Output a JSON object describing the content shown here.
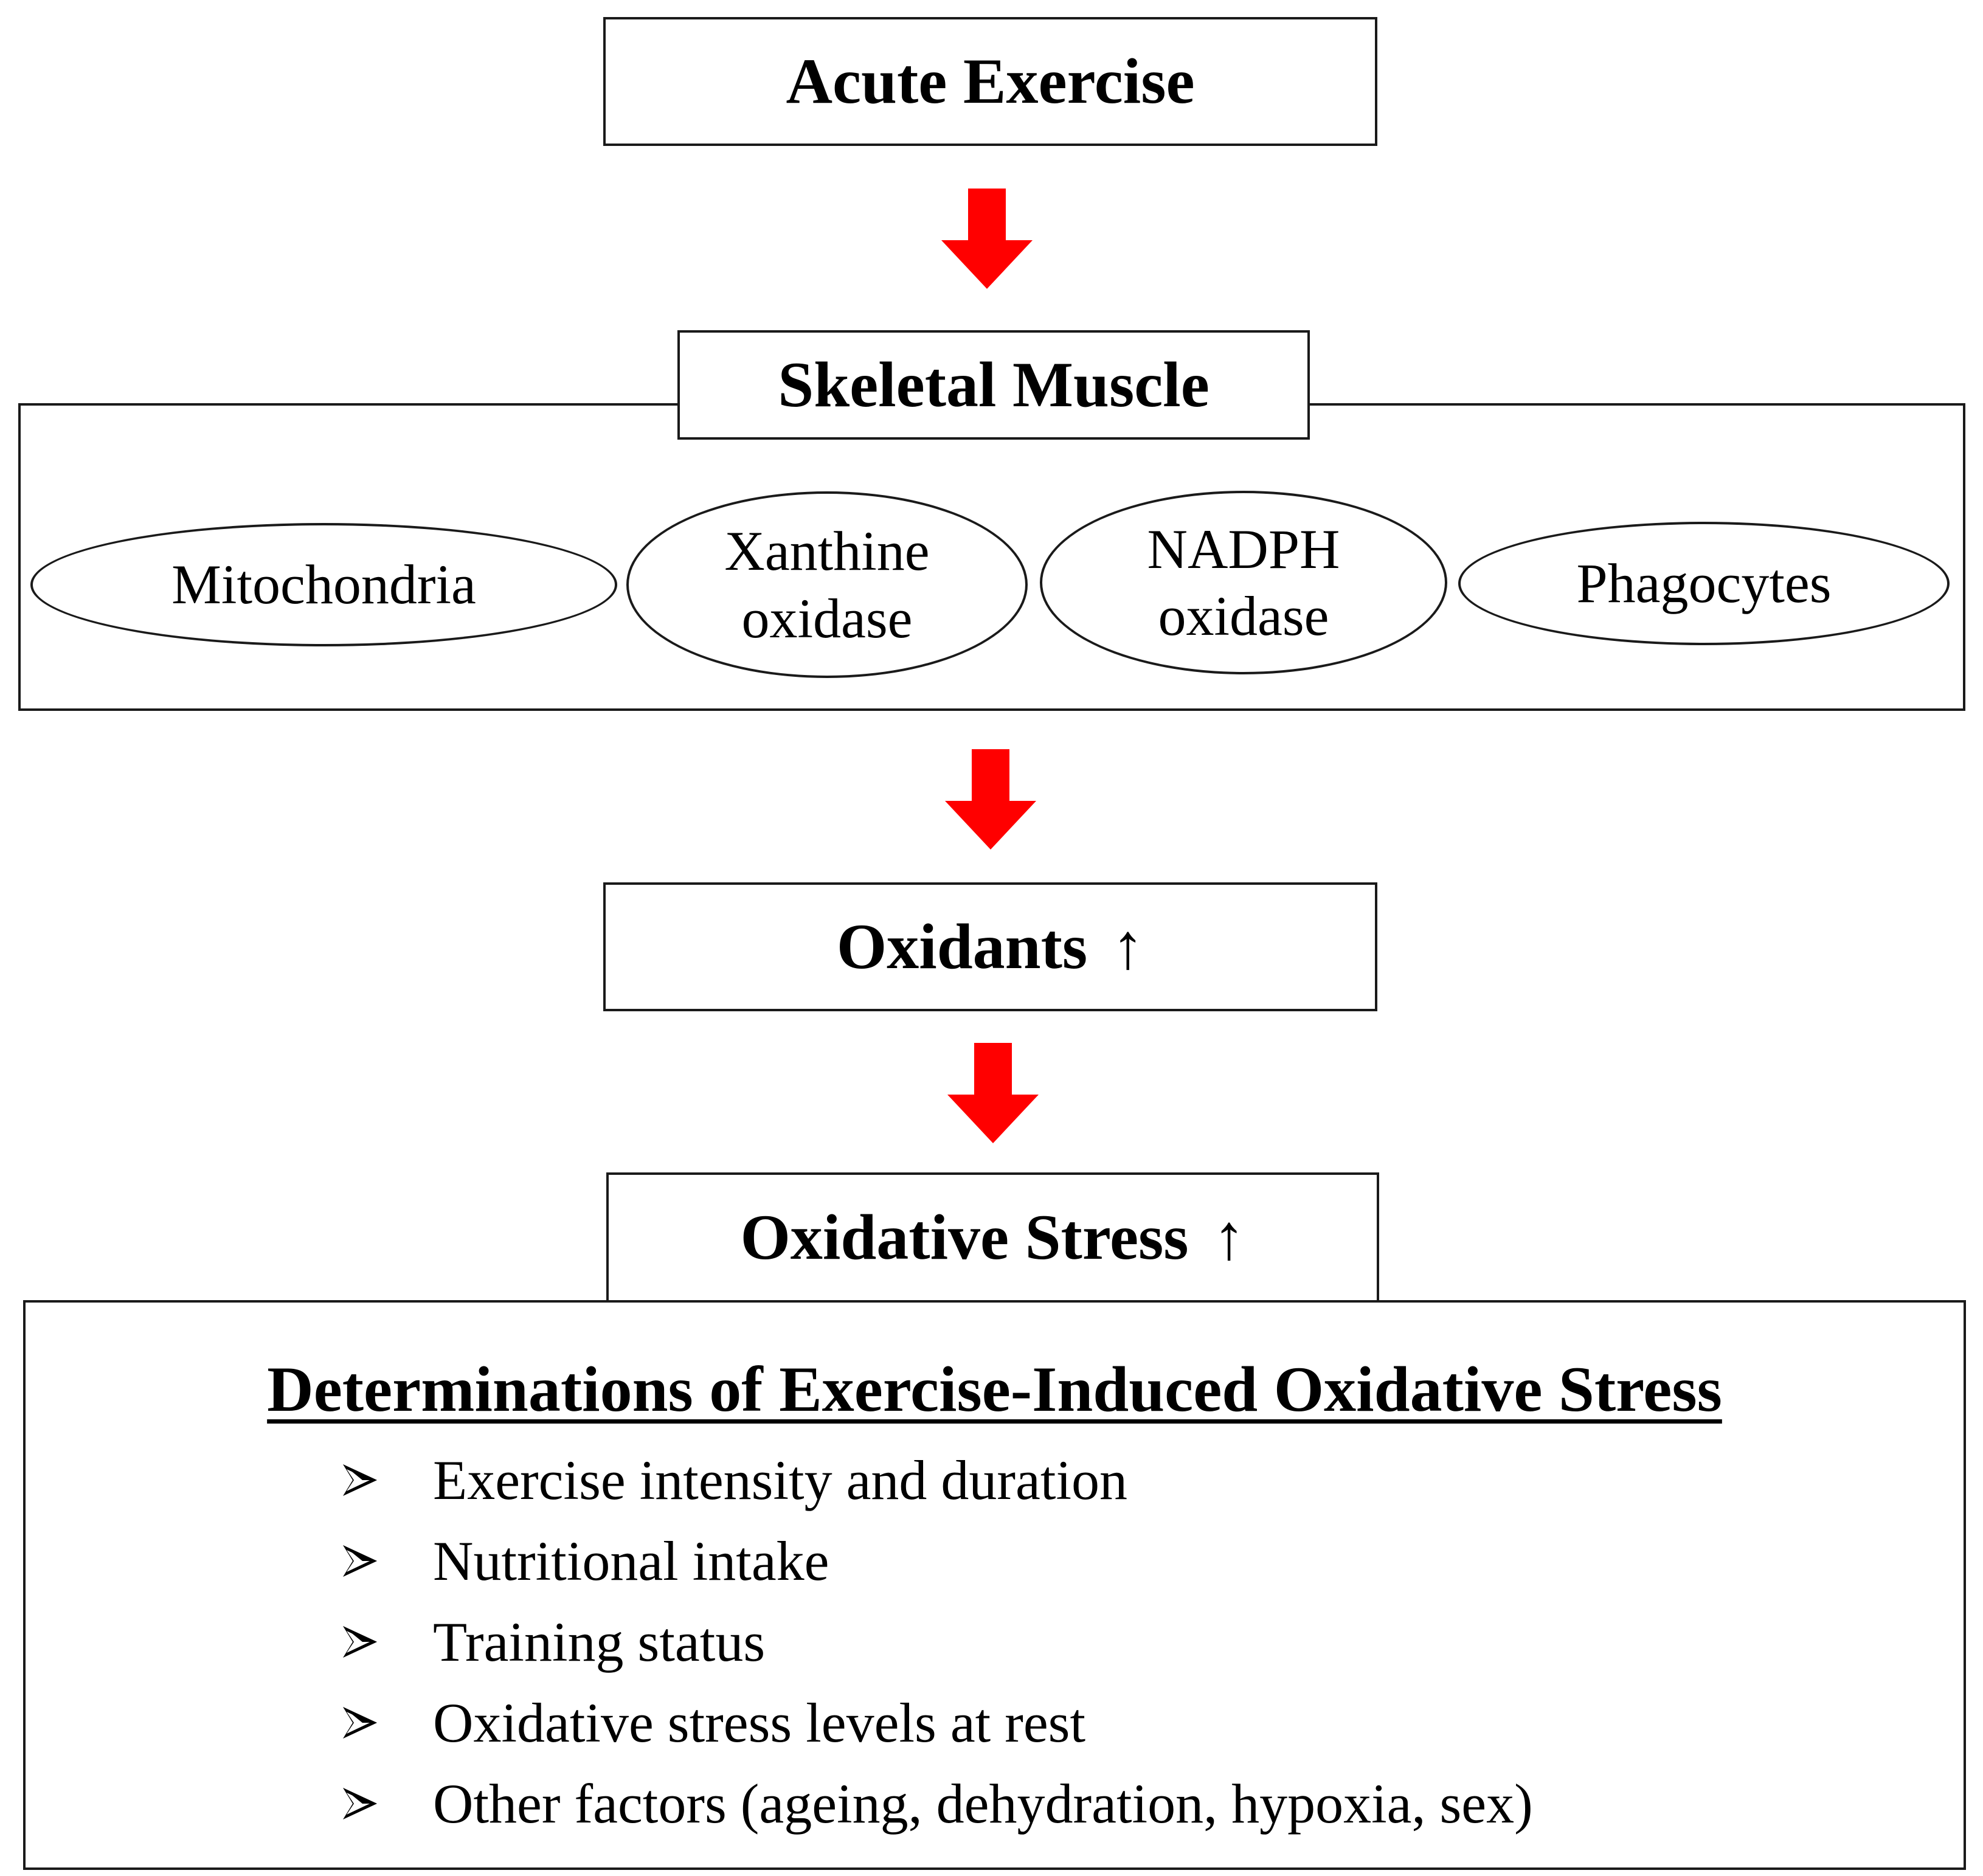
{
  "nodes": {
    "acute_exercise": "Acute Exercise",
    "skeletal_muscle": "Skeletal Muscle",
    "oxidants": "Oxidants",
    "oxidative_stress": "Oxidative Stress",
    "increase_symbol": "↑"
  },
  "sources": [
    {
      "label": "Mitochondria"
    },
    {
      "label": "Xanthine\noxidase"
    },
    {
      "label": "NADPH\noxidase"
    },
    {
      "label": "Phagocytes"
    }
  ],
  "determinants": {
    "heading": "Determinations of Exercise-Induced Oxidative Stress",
    "items": [
      "Exercise intensity and duration",
      "Nutritional intake",
      "Training status",
      "Oxidative stress levels at rest",
      "Other factors (ageing, dehydration, hypoxia, sex)"
    ]
  },
  "icons": {
    "flow_arrow": "arrow-down-icon",
    "bullet": "arrowhead-bullet-icon"
  },
  "colors": {
    "arrow": "#ff0000",
    "border": "#1a1a1a"
  }
}
